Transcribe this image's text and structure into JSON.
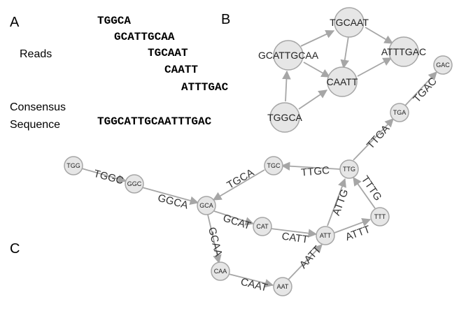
{
  "panels": {
    "a": "A",
    "b": "B",
    "c": "C"
  },
  "panel_a": {
    "reads_label": "Reads",
    "reads": [
      "TGGCA",
      "GCATTGCAA",
      "TGCAAT",
      "CAATT",
      "ATTTGAC"
    ],
    "consensus_label_1": "Consensus",
    "consensus_label_2": "Sequence",
    "consensus": "TGGCATTGCAATTTGAC"
  },
  "panel_b": {
    "nodes": [
      "GCATTGCAA",
      "TGCAAT",
      "ATTTGAC",
      "CAATT",
      "TGGCA"
    ]
  },
  "panel_c": {
    "nodes": [
      "TGG",
      "GGC",
      "GCA",
      "TGC",
      "TTG",
      "TGA",
      "GAC",
      "CAT",
      "ATT",
      "TTT",
      "CAA",
      "AAT"
    ],
    "edge_labels": [
      "TGGC",
      "GGCA",
      "TGCA",
      "TTGC",
      "TTGA",
      "TGAC",
      "GCAT",
      "CATT",
      "GCAA",
      "CAAT",
      "AATT",
      "ATTG",
      "ATTT",
      "TTTG"
    ]
  }
}
